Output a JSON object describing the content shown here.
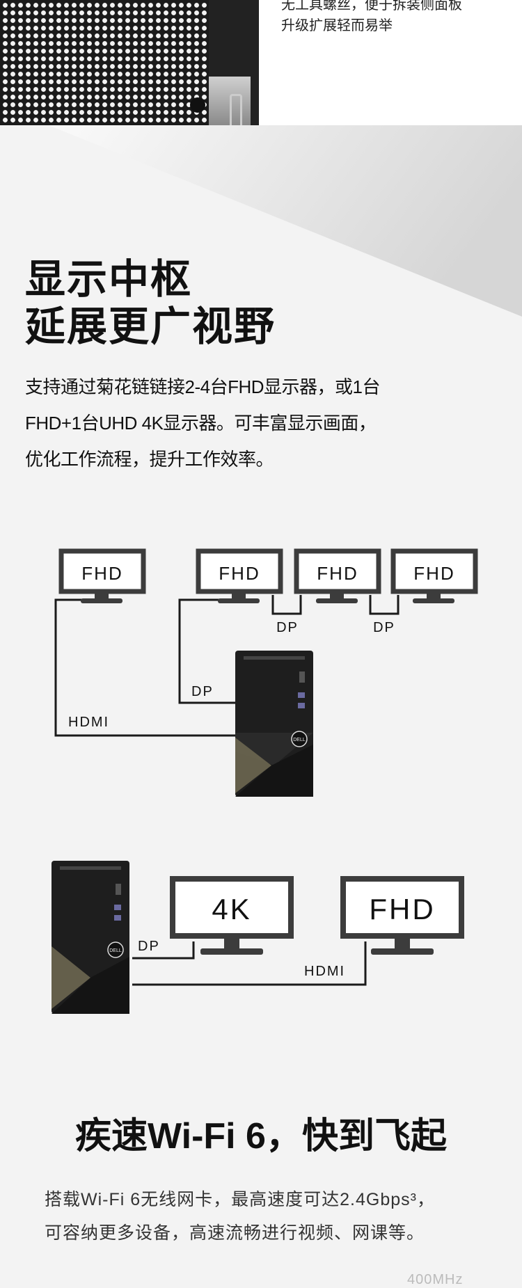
{
  "top": {
    "line1": "无工具螺丝，便于拆装侧面板",
    "line2": "升级扩展轻而易举"
  },
  "display_section": {
    "title_line1": "显示中枢",
    "title_line2": "延展更广视野",
    "desc_line1": "支持通过菊花链链接2-4台FHD显示器，或1台",
    "desc_line2": "FHD+1台UHD 4K显示器。可丰富显示画面，",
    "desc_line3": "优化工作流程，提升工作效率。"
  },
  "diagram1": {
    "monitors": [
      "FHD",
      "FHD",
      "FHD",
      "FHD"
    ],
    "labels": {
      "dp1": "DP",
      "dp2": "DP",
      "dp3": "DP",
      "hdmi": "HDMI"
    },
    "brand": "DELL"
  },
  "diagram2": {
    "monitors": [
      "4K",
      "FHD"
    ],
    "labels": {
      "dp": "DP",
      "hdmi": "HDMI"
    },
    "brand": "DELL"
  },
  "wifi_section": {
    "title": "疾速Wi-Fi 6，快到飞起",
    "desc_line1": "搭载Wi-Fi 6无线网卡，最高速度可达2.4Gbps³，",
    "desc_line2": "可容纳更多设备，高速流畅进行视频、网课等。",
    "footnote_partial": "400MHz"
  },
  "colors": {
    "background": "#f3f3f3",
    "line": "#1a1a1a",
    "monitor": "#3c3c3c",
    "tower": "#1e1e1e"
  }
}
